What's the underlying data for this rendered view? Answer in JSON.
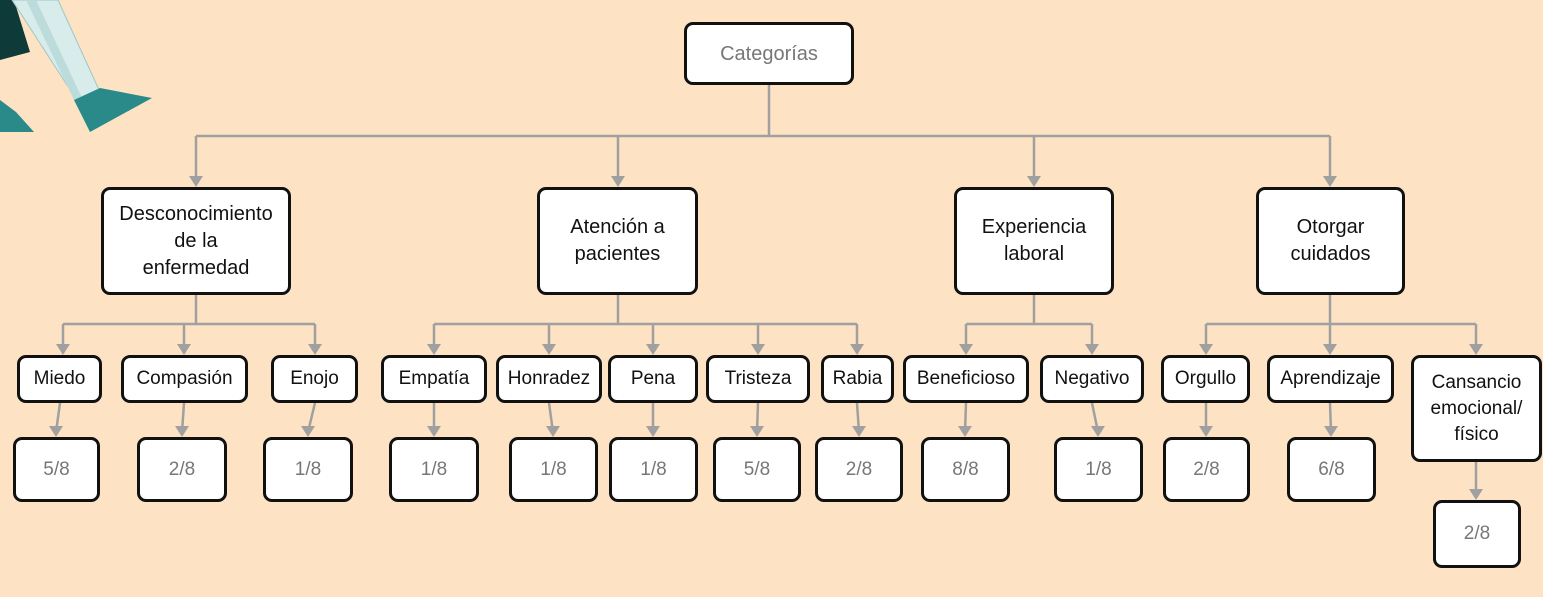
{
  "colors": {
    "background": "#fde3c4",
    "node_border": "#111111",
    "node_fill": "#ffffff",
    "connector": "#a0a0a0",
    "value_text": "#777777",
    "decor_teal": "#2a8a8a",
    "decor_light": "#d9ecec"
  },
  "root": {
    "label": "Categorías"
  },
  "categories": [
    {
      "label": "Desconocimiento\nde la\nenfermedad",
      "children": [
        {
          "label": "Miedo",
          "value": "5/8"
        },
        {
          "label": "Compasión",
          "value": "2/8"
        },
        {
          "label": "Enojo",
          "value": "1/8"
        }
      ]
    },
    {
      "label": "Atención a\npacientes",
      "children": [
        {
          "label": "Empatía",
          "value": "1/8"
        },
        {
          "label": "Honradez",
          "value": "1/8"
        },
        {
          "label": "Pena",
          "value": "1/8"
        },
        {
          "label": "Tristeza",
          "value": "5/8"
        },
        {
          "label": "Rabia",
          "value": "2/8"
        }
      ]
    },
    {
      "label": "Experiencia\nlaboral",
      "children": [
        {
          "label": "Beneficioso",
          "value": "8/8"
        },
        {
          "label": "Negativo",
          "value": "1/8"
        }
      ]
    },
    {
      "label": "Otorgar\ncuidados",
      "children": [
        {
          "label": "Orgullo",
          "value": "2/8"
        },
        {
          "label": "Aprendizaje",
          "value": "6/8"
        },
        {
          "label": "Cansancio\nemocional/\nfísico",
          "value": "2/8"
        }
      ]
    }
  ],
  "decoration": {
    "icon": "illustration-legs-icon"
  }
}
